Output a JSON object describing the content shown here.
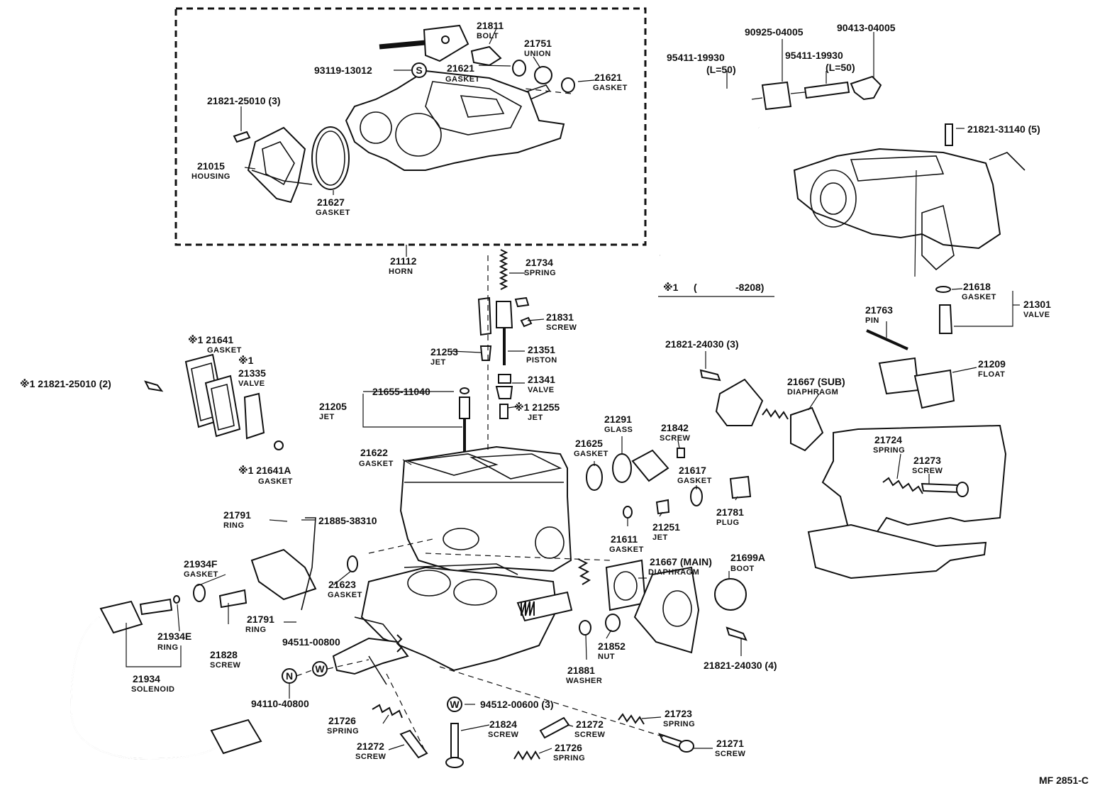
{
  "callouts": [
    {
      "pn": "21811",
      "name": "BOLT"
    },
    {
      "pn": "21751",
      "name": "UNION"
    },
    {
      "pn": "21621",
      "name": "GASKET"
    },
    {
      "pn": "21621",
      "name": "GASKET"
    },
    {
      "pn": "93119-13012",
      "name": ""
    },
    {
      "pn": "21821-25010 (3)",
      "name": ""
    },
    {
      "pn": "21015",
      "name": "HOUSING"
    },
    {
      "pn": "21627",
      "name": "GASKET"
    },
    {
      "pn": "21112",
      "name": "HORN"
    },
    {
      "pn": "21734",
      "name": "SPRING"
    },
    {
      "pn": "21831",
      "name": "SCREW"
    },
    {
      "pn": "21253",
      "name": "JET"
    },
    {
      "pn": "21351",
      "name": "PISTON"
    },
    {
      "pn": "21341",
      "name": "VALVE"
    },
    {
      "pn": "※1 21255",
      "name": "JET"
    },
    {
      "pn": "21655-11040",
      "name": ""
    },
    {
      "pn": "21205",
      "name": "JET"
    },
    {
      "pn": "※1 21641",
      "name": "GASKET"
    },
    {
      "pn": "※1",
      "name": ""
    },
    {
      "pn": "21335",
      "name": "VALVE"
    },
    {
      "pn": "※1 21821-25010 (2)",
      "name": ""
    },
    {
      "pn": "※1 21641A",
      "name": "GASKET"
    },
    {
      "pn": "21622",
      "name": "GASKET"
    },
    {
      "pn": "21791",
      "name": "RING"
    },
    {
      "pn": "21885-38310",
      "name": ""
    },
    {
      "pn": "21934F",
      "name": "GASKET"
    },
    {
      "pn": "21623",
      "name": "GASKET"
    },
    {
      "pn": "21791",
      "name": "RING"
    },
    {
      "pn": "21934E",
      "name": "RING"
    },
    {
      "pn": "21828",
      "name": "SCREW"
    },
    {
      "pn": "94511-00800",
      "name": ""
    },
    {
      "pn": "21934",
      "name": "SOLENOID"
    },
    {
      "pn": "94110-40800",
      "name": ""
    },
    {
      "pn": "21726",
      "name": "SPRING"
    },
    {
      "pn": "21272",
      "name": "SCREW"
    },
    {
      "pn": "21824",
      "name": "SCREW"
    },
    {
      "pn": "94512-00600 (3)",
      "name": ""
    },
    {
      "pn": "21726",
      "name": "SPRING"
    },
    {
      "pn": "21272",
      "name": "SCREW"
    },
    {
      "pn": "21723",
      "name": "SPRING"
    },
    {
      "pn": "21271",
      "name": "SCREW"
    },
    {
      "pn": "21881",
      "name": "WASHER"
    },
    {
      "pn": "21852",
      "name": "NUT"
    },
    {
      "pn": "21625",
      "name": "GASKET"
    },
    {
      "pn": "21291",
      "name": "GLASS"
    },
    {
      "pn": "21842",
      "name": "SCREW"
    },
    {
      "pn": "21617",
      "name": "GASKET"
    },
    {
      "pn": "21611",
      "name": "GASKET"
    },
    {
      "pn": "21251",
      "name": "JET"
    },
    {
      "pn": "21781",
      "name": "PLUG"
    },
    {
      "pn": "21667 (MAIN)",
      "name": "DIAPHRAGM"
    },
    {
      "pn": "21699A",
      "name": "BOOT"
    },
    {
      "pn": "21821-24030 (4)",
      "name": ""
    },
    {
      "pn": "21821-24030 (3)",
      "name": ""
    },
    {
      "pn": "21667 (SUB)",
      "name": "DIAPHRAGM"
    },
    {
      "pn": "90925-04005",
      "name": ""
    },
    {
      "pn": "90413-04005",
      "name": ""
    },
    {
      "pn": "95411-19930",
      "name": "(L=50)"
    },
    {
      "pn": "95411-19930",
      "name": "(L=50)"
    },
    {
      "pn": "21821-31140 (5)",
      "name": ""
    },
    {
      "pn": "21618",
      "name": "GASKET"
    },
    {
      "pn": "21301",
      "name": "VALVE"
    },
    {
      "pn": "21763",
      "name": "PIN"
    },
    {
      "pn": "21209",
      "name": "FLOAT"
    },
    {
      "pn": "21724",
      "name": "SPRING"
    },
    {
      "pn": "21273",
      "name": "SCREW"
    }
  ],
  "markers": {
    "s": "S",
    "w": "W",
    "n": "N"
  },
  "note": {
    "mark": "※1",
    "open": "(",
    "value": "-8208)"
  },
  "figure_code": "MF 2851-C"
}
